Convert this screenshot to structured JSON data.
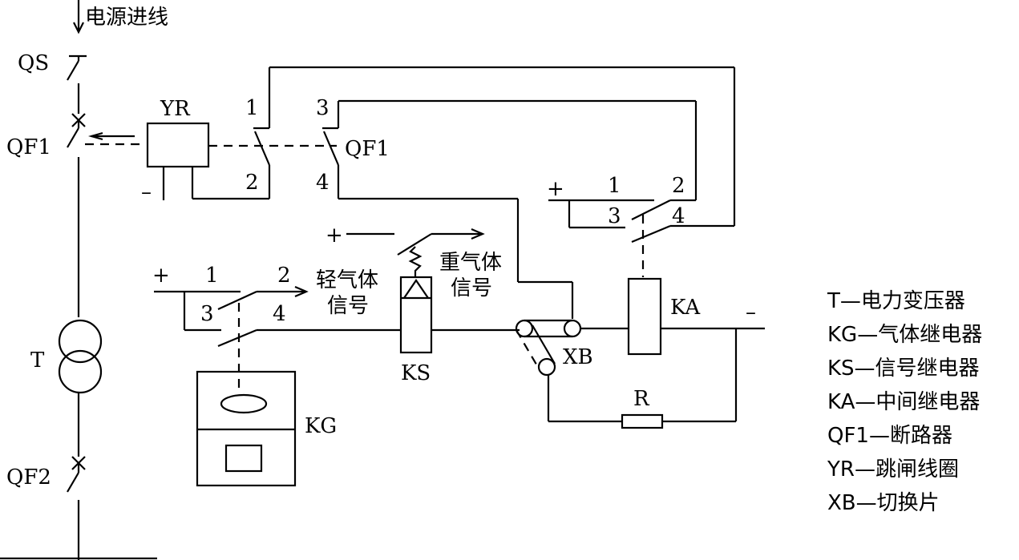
{
  "title_input": "电源进线",
  "labels": {
    "qs": "QS",
    "qf1_main": "QF1",
    "qf2": "QF2",
    "t": "T",
    "yr": "YR",
    "yr_minus": "–",
    "qf1_aux": "QF1",
    "aux_1": "1",
    "aux_2": "2",
    "aux_3": "3",
    "aux_4": "4",
    "ka_plus": "+",
    "ka_1": "1",
    "ka_2": "2",
    "ka_3": "3",
    "ka_4": "4",
    "heavy_plus": "+",
    "heavy_gas_signal_l1": "重气体",
    "heavy_gas_signal_l2": "信号",
    "light_plus": "+",
    "light_1": "1",
    "light_2": "2",
    "light_3": "3",
    "light_4": "4",
    "light_gas_signal_l1": "轻气体",
    "light_gas_signal_l2": "信号",
    "ks": "KS",
    "xb": "XB",
    "ka": "KA",
    "minus": "–",
    "r": "R",
    "kg": "KG"
  },
  "legend": [
    "T—电力变压器",
    "KG—气体继电器",
    "KS—信号继电器",
    "KA—中间继电器",
    "QF1—断路器",
    "YR—跳闸线圈",
    "XB—切换片"
  ]
}
